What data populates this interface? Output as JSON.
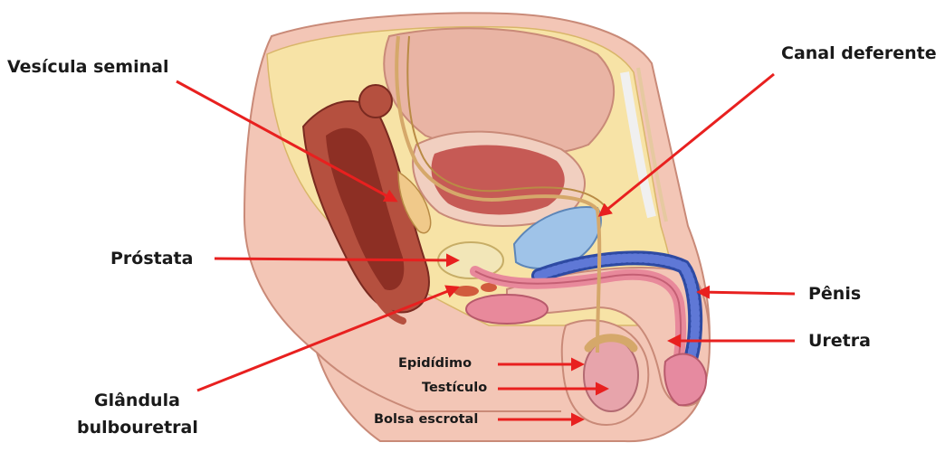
{
  "labels": {
    "vesicula_seminal": "Vesícula seminal",
    "canal_deferente": "Canal deferente",
    "prostata": "Próstata",
    "penis": "Pênis",
    "uretra": "Uretra",
    "glandula_line1": "Glândula",
    "glandula_line2": "bulbouretral",
    "epididimo": "Epidídimo",
    "testiculo": "Testículo",
    "bolsa_escrotal": "Bolsa escrotal"
  },
  "colors": {
    "arrow": "#e8201f",
    "skin": "#f3c6b6",
    "skin_dark": "#e3a48f",
    "fat": "#f7e3a6",
    "rectum": "#b5503f",
    "rectum_inner": "#8d2f24",
    "bladder": "#c65a55",
    "bladder_wall": "#f1cfc0",
    "pubic": "#dcd3c8",
    "seminal": "#9fc3e8",
    "corpus": "#2e4aa3",
    "corpus_stripe": "#5f78d6",
    "urethra": "#e8899b",
    "testis": "#e7a4ab",
    "duct": "#d5a86a",
    "text": "#1a1a1a"
  }
}
